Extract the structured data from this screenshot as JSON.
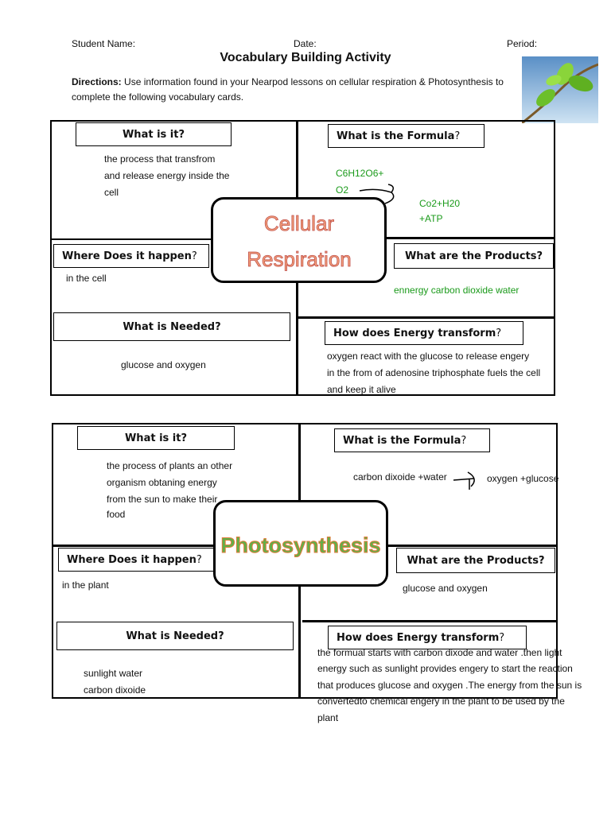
{
  "header": {
    "student_name": "Student Name:",
    "date": "Date:",
    "period": "Period:",
    "title": "Vocabulary Building Activity",
    "directions_label": "Directions:",
    "directions_text": " Use information found in your Nearpod lessons on cellular respiration & Photosynthesis to complete the following vocabulary cards."
  },
  "card1": {
    "center_line1": "Cellular",
    "center_line2": "Respiration",
    "what_is_it_label": "What is it?",
    "what_is_it_answer_l1": "the process that transfrom",
    "what_is_it_answer_l2": "and release energy inside the",
    "what_is_it_answer_l3": "cell",
    "formula_label": "What is the Formula",
    "formula_q": "?",
    "formula_l1": "C6H12O6+",
    "formula_l2": "O2",
    "formula_r1": "Co2+H20",
    "formula_r2": "+ATP",
    "where_label": "Where Does it happen",
    "where_q": "?",
    "where_answer": "in the cell",
    "products_label": "What are the Products?",
    "products_answer": "ennergy carbon dioxide water",
    "needed_label": "What is Needed?",
    "needed_answer": "glucose and oxygen",
    "energy_label": "How does Energy transform",
    "energy_q": "?",
    "energy_l1": "oxygen react with the glucose to release engery",
    "energy_l2": "in the from of adenosine triphosphate fuels the cell",
    "energy_l3": "and keep it alive"
  },
  "card2": {
    "center": "Photosynthesis",
    "what_is_it_label": "What is it?",
    "what_is_it_l1": "the process of plants an other",
    "what_is_it_l2": "organism obtaning energy",
    "what_is_it_l3": "from the sun to make their",
    "what_is_it_l4": "food",
    "formula_label": "What is the Formula",
    "formula_q": "?",
    "formula_left": "carbon dixoide +water",
    "formula_right": "oxygen +glucose",
    "where_label": "Where Does it happen",
    "where_q": "?",
    "where_answer": "in the plant",
    "products_label": "What are the Products?",
    "products_answer": "glucose and oxygen",
    "needed_label": "What is Needed?",
    "needed_l1": "sunlight water",
    "needed_l2": "carbon dixoide",
    "energy_label": "How does Energy transform",
    "energy_q": "?",
    "energy_l1": "the formual starts with carbon dixode and water .then light",
    "energy_l2": "energy such as sunlight provides engery to start the reaction",
    "energy_l3": "that produces glucose and oxygen .The energy from the sun is",
    "energy_l4": "convertedto chemical engery in the plant to be used by the",
    "energy_l5": "plant"
  },
  "colors": {
    "green_text": "#1a9a1a",
    "title_orange": "#f3a27a",
    "title_outline": "#c0504d"
  }
}
